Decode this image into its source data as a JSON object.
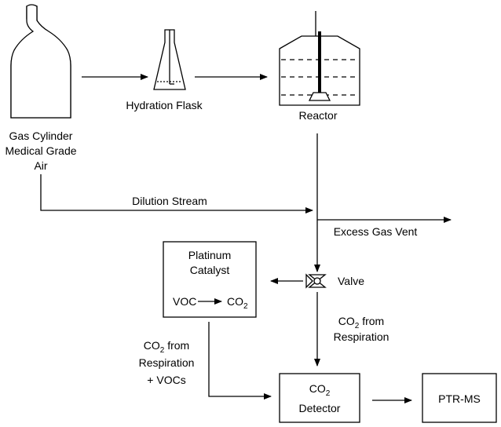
{
  "labels": {
    "gas_cylinder": [
      "Gas Cylinder",
      "Medical Grade",
      "Air"
    ],
    "hydration_flask": "Hydration Flask",
    "reactor": "Reactor",
    "dilution_stream": "Dilution Stream",
    "excess_gas_vent": "Excess Gas Vent",
    "platinum_catalyst": [
      "Platinum",
      "Catalyst"
    ],
    "catalyst_reaction_from": "VOC",
    "catalyst_reaction_to": "CO",
    "valve": "Valve",
    "co2_from_respiration": [
      "CO",
      " from",
      "Respiration"
    ],
    "co2_respiration_vocs": [
      "CO",
      " from",
      "Respiration",
      "+ VOCs"
    ],
    "co2_detector": [
      "CO",
      "Detector"
    ],
    "ptr_ms": "PTR-MS",
    "subscript_2": "2"
  }
}
